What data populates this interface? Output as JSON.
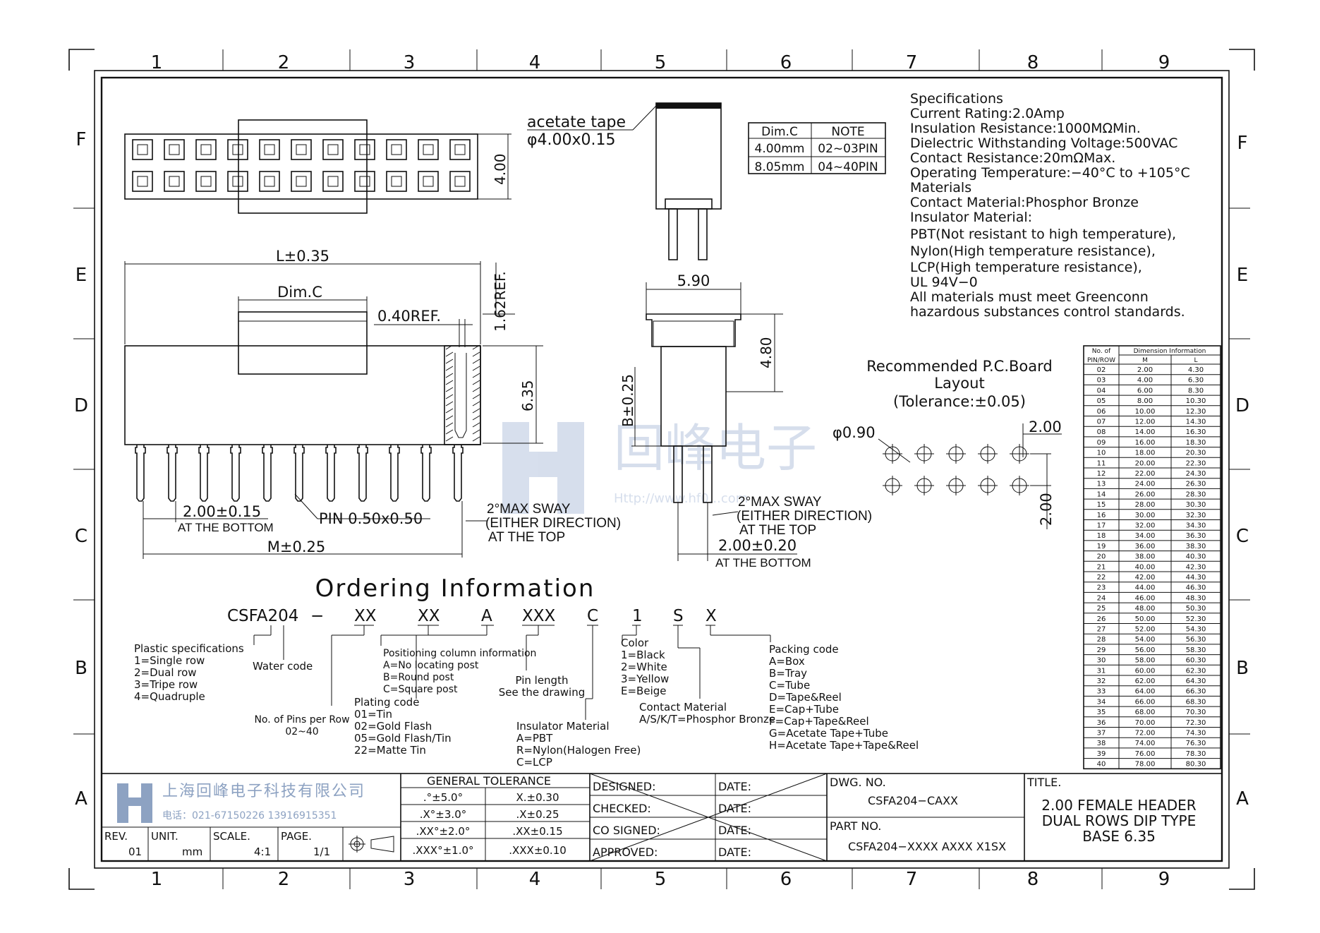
{
  "border": {
    "columns": [
      "1",
      "2",
      "3",
      "4",
      "5",
      "6",
      "7",
      "8",
      "9"
    ],
    "rows": [
      "F",
      "E",
      "D",
      "C",
      "B",
      "A"
    ]
  },
  "watermark": {
    "text": "回峰电子",
    "url": "Http://www.hf0...com"
  },
  "drawing": {
    "acetate_tape": "acetate tape",
    "acetate_dim": "φ4.00x0.15",
    "dim_4_00": "4.00",
    "dim_L": "L±0.35",
    "dim_C": "Dim.C",
    "dim_040": "0.40REF.",
    "dim_162": "1.62REF.",
    "dim_635": "6.35",
    "dim_590": "5.90",
    "dim_480": "4.80",
    "dim_B": "B±0.25",
    "dim_200_015": "2.00±0.15",
    "at_bottom": "AT THE BOTTOM",
    "pin_size": "PIN 0.50x0.50",
    "sway1": "2°MAX SWAY",
    "sway2": "(EITHER DIRECTION)",
    "sway3": "AT THE TOP",
    "dim_M": "M±0.25",
    "dim_200_020": "2.00±0.20",
    "at_bottom2": "AT THE BOTTOM"
  },
  "dimc_table": {
    "headers": [
      "Dim.C",
      "NOTE"
    ],
    "rows": [
      [
        "4.00mm",
        "02~03PIN"
      ],
      [
        "8.05mm",
        "04~40PIN"
      ]
    ]
  },
  "specs": [
    "Specifications",
    "Current Rating:2.0Amp",
    "Insulation Resistance:1000MΩMin.",
    "Dielectric Withstanding Voltage:500VAC",
    "Contact Resistance:20mΩMax.",
    "Operating Temperature:−40°C to +105°C",
    "Materials",
    "Contact Material:Phosphor Bronze",
    "Insulator Material:",
    "PBT(Not resistant to high temperature),",
    "Nylon(High temperature resistance),",
    "LCP(High temperature resistance),",
    "UL 94V−0",
    "All materials must meet Greenconn",
    "hazardous substances control standards."
  ],
  "pcb": {
    "title1": "Recommended P.C.Board",
    "title2": "Layout",
    "title3": "(Tolerance:±0.05)",
    "hole": "φ0.90",
    "pitch_x": "2.00",
    "pitch_y": "2.00"
  },
  "dim_table": {
    "header_a": "No. of",
    "header_a2": "PIN/ROW",
    "header_b": "Dimension Information",
    "header_m": "M",
    "header_l": "L",
    "rows": [
      [
        "02",
        "2.00",
        "4.30"
      ],
      [
        "03",
        "4.00",
        "6.30"
      ],
      [
        "04",
        "6.00",
        "8.30"
      ],
      [
        "05",
        "8.00",
        "10.30"
      ],
      [
        "06",
        "10.00",
        "12.30"
      ],
      [
        "07",
        "12.00",
        "14.30"
      ],
      [
        "08",
        "14.00",
        "16.30"
      ],
      [
        "09",
        "16.00",
        "18.30"
      ],
      [
        "10",
        "18.00",
        "20.30"
      ],
      [
        "11",
        "20.00",
        "22.30"
      ],
      [
        "12",
        "22.00",
        "24.30"
      ],
      [
        "13",
        "24.00",
        "26.30"
      ],
      [
        "14",
        "26.00",
        "28.30"
      ],
      [
        "15",
        "28.00",
        "30.30"
      ],
      [
        "16",
        "30.00",
        "32.30"
      ],
      [
        "17",
        "32.00",
        "34.30"
      ],
      [
        "18",
        "34.00",
        "36.30"
      ],
      [
        "19",
        "36.00",
        "38.30"
      ],
      [
        "20",
        "38.00",
        "40.30"
      ],
      [
        "21",
        "40.00",
        "42.30"
      ],
      [
        "22",
        "42.00",
        "44.30"
      ],
      [
        "23",
        "44.00",
        "46.30"
      ],
      [
        "24",
        "46.00",
        "48.30"
      ],
      [
        "25",
        "48.00",
        "50.30"
      ],
      [
        "26",
        "50.00",
        "52.30"
      ],
      [
        "27",
        "52.00",
        "54.30"
      ],
      [
        "28",
        "54.00",
        "56.30"
      ],
      [
        "29",
        "56.00",
        "58.30"
      ],
      [
        "30",
        "58.00",
        "60.30"
      ],
      [
        "31",
        "60.00",
        "62.30"
      ],
      [
        "32",
        "62.00",
        "64.30"
      ],
      [
        "33",
        "64.00",
        "66.30"
      ],
      [
        "34",
        "66.00",
        "68.30"
      ],
      [
        "35",
        "68.00",
        "70.30"
      ],
      [
        "36",
        "70.00",
        "72.30"
      ],
      [
        "37",
        "72.00",
        "74.30"
      ],
      [
        "38",
        "74.00",
        "76.30"
      ],
      [
        "39",
        "76.00",
        "78.30"
      ],
      [
        "40",
        "78.00",
        "80.30"
      ]
    ]
  },
  "ordering": {
    "title": "Ordering Information",
    "code": [
      "CSFA204",
      "−",
      "XX",
      "XX",
      "A",
      "XXX",
      "C",
      "1",
      "S",
      "X"
    ],
    "plastic": [
      "Plastic specifications",
      "1=Single row",
      "2=Dual row",
      "3=Tripe row",
      "4=Quadruple"
    ],
    "water": "Water code",
    "pins_per_row": [
      "No. of Pins per Row",
      "02~40"
    ],
    "plating": [
      "Plating code",
      "01=Tin",
      "02=Gold Flash",
      "05=Gold Flash/Tin",
      "22=Matte Tin"
    ],
    "positioning": [
      "Positioning column information",
      "A=No locating post",
      "B=Round post",
      "C=Square post"
    ],
    "pin_length": [
      "Pin length",
      "See the drawing"
    ],
    "insulator": [
      "Insulator Material",
      "A=PBT",
      "R=Nylon(Halogen Free)",
      "C=LCP"
    ],
    "color": [
      "Color",
      "1=Black",
      "2=White",
      "3=Yellow",
      "E=Beige"
    ],
    "contact": [
      "Contact Material",
      "A/S/K/T=Phosphor Bronze"
    ],
    "packing": [
      "Packing code",
      "A=Box",
      "B=Tray",
      "C=Tube",
      "D=Tape&Reel",
      "E=Cap+Tube",
      "F=Cap+Tape&Reel",
      "G=Acetate Tape+Tube",
      "H=Acetate Tape+Tape&Reel"
    ]
  },
  "title_block": {
    "company": "上海回峰电子科技有限公司",
    "phone": "电话：021-67150226 13916915351",
    "tolerance_header": "GENERAL TOLERANCE",
    "tolerances": [
      [
        ".°±5.0°",
        "X.±0.30"
      ],
      [
        ".X°±3.0°",
        ".X±0.25"
      ],
      [
        ".XX°±2.0°",
        ".XX±0.15"
      ],
      [
        ".XXX°±1.0°",
        ".XXX±0.10"
      ]
    ],
    "rev_label": "REV.",
    "rev": "01",
    "unit_label": "UNIT.",
    "unit": "mm",
    "scale_label": "SCALE.",
    "scale": "4:1",
    "page_label": "PAGE.",
    "page": "1/1",
    "designed": "DESIGNED:",
    "checked": "CHECKED:",
    "cosigned": "CO SIGNED:",
    "approved": "APPROVED:",
    "date": "DATE:",
    "dwg_label": "DWG. NO.",
    "dwg": "CSFA204−CAXX",
    "part_label": "PART NO.",
    "part": "CSFA204−XXXX AXXX X1SX",
    "title_label": "TITLE.",
    "title": [
      "2.00 FEMALE HEADER",
      "DUAL ROWS DIP TYPE",
      "BASE 6.35"
    ]
  }
}
